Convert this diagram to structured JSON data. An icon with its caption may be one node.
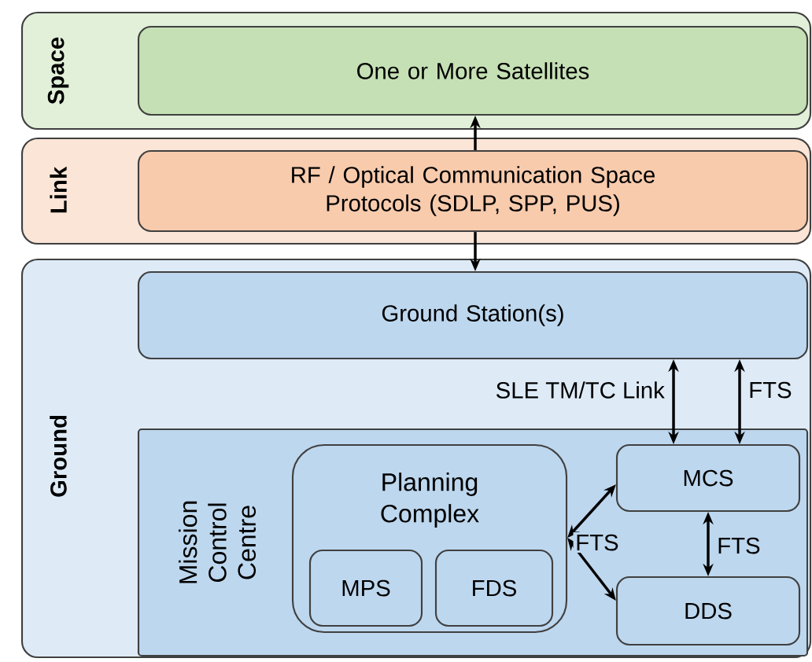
{
  "diagram": {
    "nodes": [
      {
        "text": [
          "Space"
        ]
      },
      {
        "text": [
          "One or More Satellites"
        ],
        "in": 0
      },
      {
        "text": [
          "Link"
        ]
      },
      {
        "text": [
          "RF / Optical Communication Space Protocols (SDLP, SPP, PUS)"
        ],
        "in": 2
      },
      {
        "text": [
          "Ground"
        ]
      },
      {
        "text": [
          "Ground Station(s)"
        ],
        "in": 4
      },
      {
        "text": [
          "Mission Control Centre"
        ],
        "in": 4
      },
      {
        "text": [
          "Planning Complex"
        ],
        "in": 6
      },
      {
        "text": [
          "MPS"
        ],
        "in": 7
      },
      {
        "text": [
          "FDS"
        ],
        "in": 7
      },
      {
        "text": [
          "MCS"
        ],
        "in": 6
      },
      {
        "text": [
          "DDS"
        ],
        "in": 6
      }
    ],
    "edges": [
      {
        "from": 3,
        "to": 1,
        "arrow": "to"
      },
      {
        "from": 3,
        "to": 5,
        "arrow": "to"
      },
      {
        "from": 5,
        "to": 10,
        "arrow": "both",
        "label": "SLE TM/TC Link"
      },
      {
        "from": 5,
        "to": 10,
        "arrow": "both",
        "label": "FTS"
      },
      {
        "from": 7,
        "to": 10,
        "arrow": "both",
        "label": "FTS"
      },
      {
        "from": 7,
        "to": 11,
        "arrow": "both"
      },
      {
        "from": 10,
        "to": 11,
        "arrow": "both",
        "label": "FTS"
      }
    ]
  }
}
